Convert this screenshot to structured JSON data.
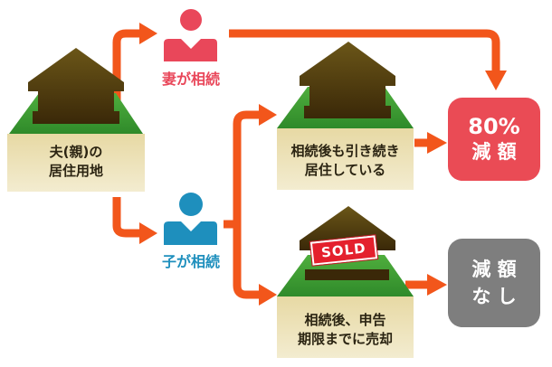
{
  "colors": {
    "arrow": "#f2561b",
    "roof": "#4e3a0f",
    "grass": "#3c9a31",
    "box": "#ece0b4",
    "wife": "#e9475a",
    "child": "#1e8fbd",
    "result_positive": "#ea4b55",
    "result_none": "#7e7e7e",
    "sold": "#e4202d"
  },
  "start": {
    "line1": "夫(親)の",
    "line2": "居住用地"
  },
  "wife": {
    "icon": "person-icon",
    "label": "妻が相続"
  },
  "child": {
    "icon": "person-icon",
    "label": "子が相続"
  },
  "child_keep": {
    "line1": "相続後も引き続き",
    "line2": "居住している"
  },
  "child_sell": {
    "badge": "SOLD",
    "line1": "相続後、申告",
    "line2": "期限までに売却"
  },
  "result_reduced": {
    "line1": "80%",
    "line2": "減 額"
  },
  "result_none": {
    "line1": "減 額",
    "line2": "な し"
  }
}
